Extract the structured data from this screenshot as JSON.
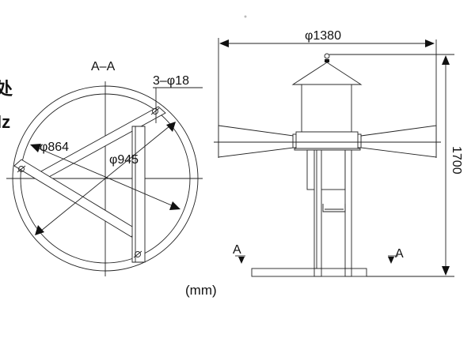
{
  "section_view": {
    "title": "A–A",
    "hole_label": "3–φ18",
    "inner_dia_label": "φ864",
    "outer_dia_label": "φ945"
  },
  "side_view": {
    "width_label": "φ1380",
    "height_label": "1700",
    "section_marker_left": "A",
    "section_marker_right": "A"
  },
  "cropped_text": {
    "line1": "处",
    "line2": "lz"
  },
  "units_label": "(mm)"
}
